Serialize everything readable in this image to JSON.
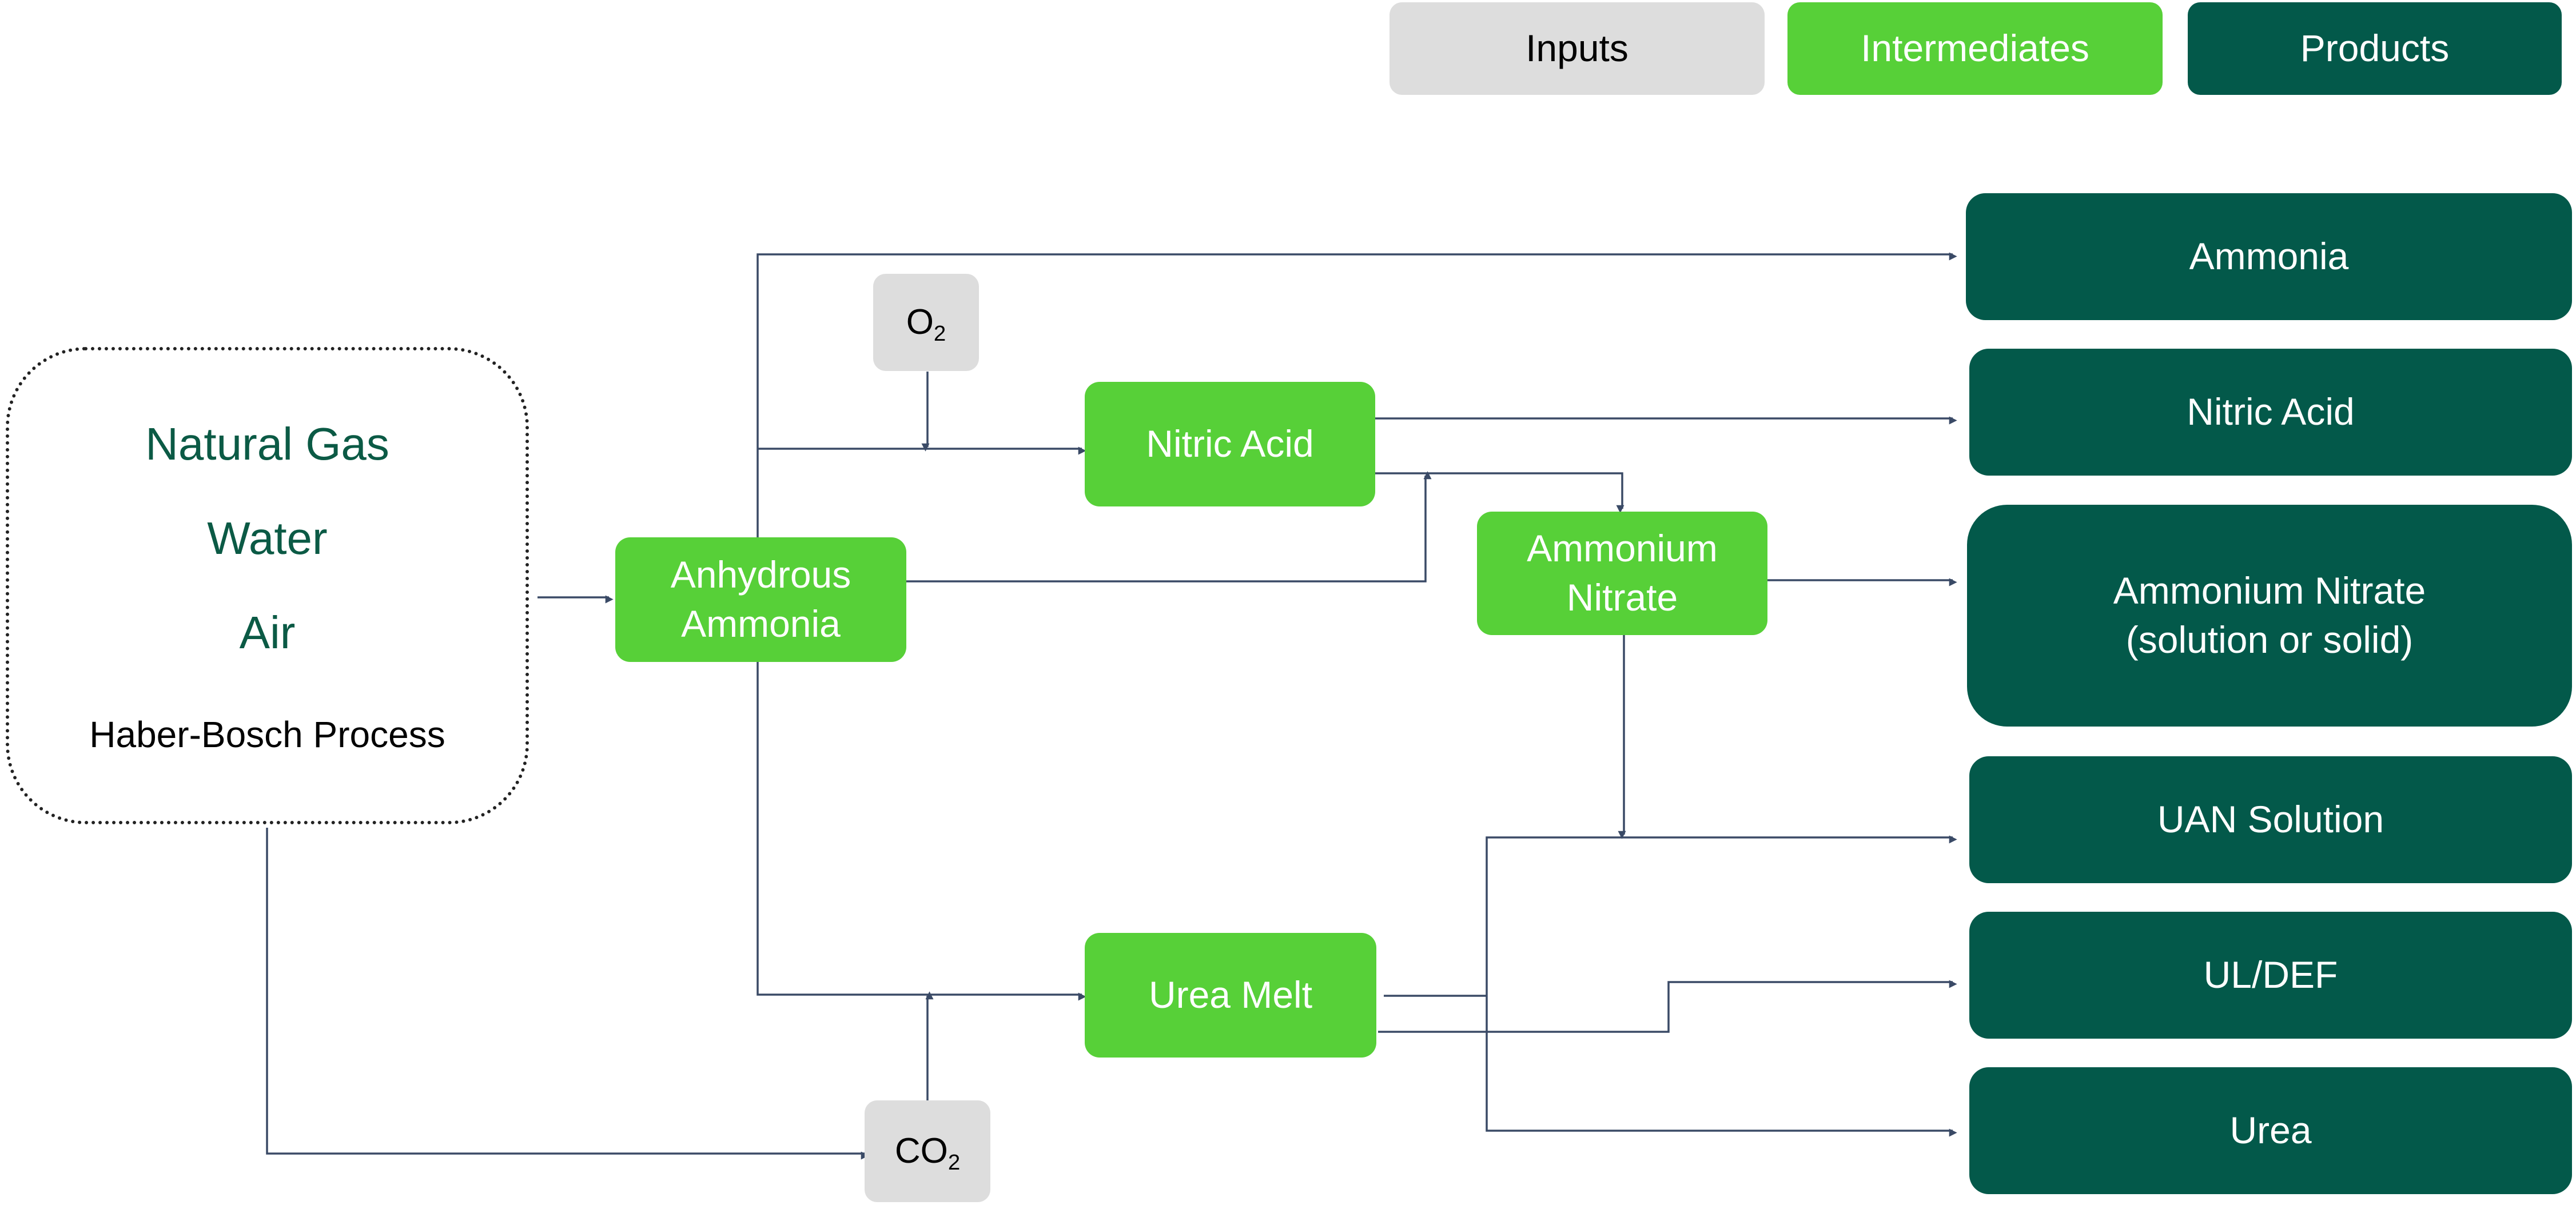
{
  "legend": {
    "inputs": "Inputs",
    "intermediates": "Intermediates",
    "products": "Products"
  },
  "colors": {
    "input": "#dddddd",
    "intermediate": "#57d038",
    "product": "#03594a",
    "source_text": "#0b5a45",
    "connector": "#3a4a66"
  },
  "source": {
    "natural_gas": "Natural Gas",
    "water": "Water",
    "air": "Air",
    "process": "Haber-Bosch Process"
  },
  "inputs": {
    "o2": {
      "base": "O",
      "sub": "2"
    },
    "co2": {
      "base": "CO",
      "sub": "2"
    }
  },
  "intermediates": {
    "anhydrous_line1": "Anhydrous",
    "anhydrous_line2": "Ammonia",
    "nitric_acid": "Nitric Acid",
    "ammonium_nitrate_line1": "Ammonium",
    "ammonium_nitrate_line2": "Nitrate",
    "urea_melt": "Urea Melt"
  },
  "products": {
    "ammonia": "Ammonia",
    "nitric_acid": "Nitric Acid",
    "ammonium_nitrate_line1": "Ammonium Nitrate",
    "ammonium_nitrate_line2": "(solution or solid)",
    "uan_solution": "UAN Solution",
    "ul_def": "UL/DEF",
    "urea": "Urea"
  }
}
